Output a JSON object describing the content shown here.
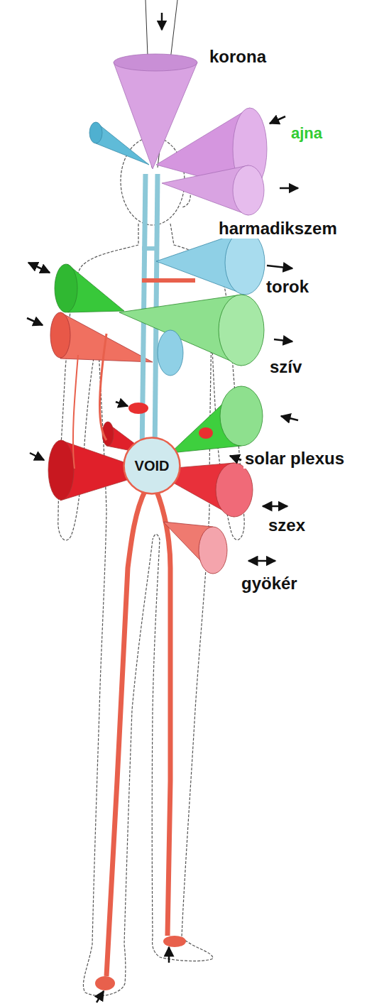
{
  "diagram": {
    "nodes": [
      {
        "text": [
          "VOID"
        ]
      }
    ],
    "labels": [
      "korona",
      "ajna",
      "harmadikszem",
      "torok",
      "szív",
      "solar plexus",
      "szex",
      "gyökér"
    ]
  }
}
